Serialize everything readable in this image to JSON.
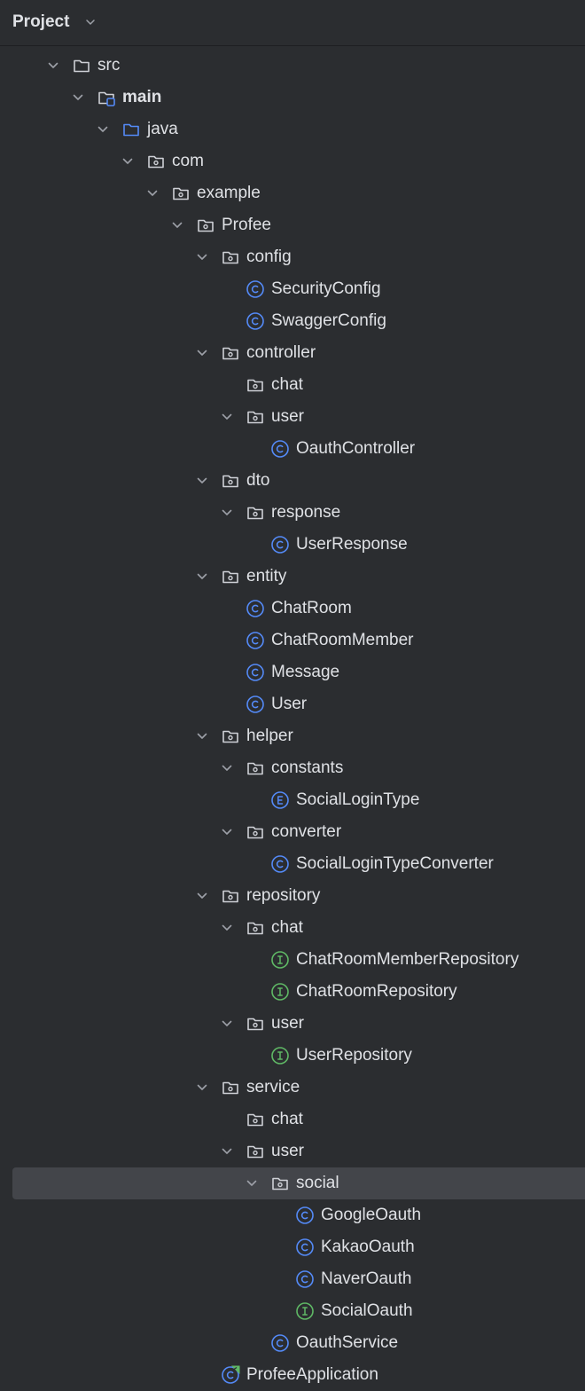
{
  "header": {
    "title": "Project"
  },
  "tree": [
    {
      "label": "src",
      "depth": 0,
      "expanded": true,
      "icon": "folder"
    },
    {
      "label": "main",
      "depth": 1,
      "expanded": true,
      "icon": "source-root-folder",
      "bold": true
    },
    {
      "label": "java",
      "depth": 2,
      "expanded": true,
      "icon": "java-source-folder"
    },
    {
      "label": "com",
      "depth": 3,
      "expanded": true,
      "icon": "package"
    },
    {
      "label": "example",
      "depth": 4,
      "expanded": true,
      "icon": "package"
    },
    {
      "label": "Profee",
      "depth": 5,
      "expanded": true,
      "icon": "package"
    },
    {
      "label": "config",
      "depth": 6,
      "expanded": true,
      "icon": "package"
    },
    {
      "label": "SecurityConfig",
      "depth": 7,
      "icon": "class"
    },
    {
      "label": "SwaggerConfig",
      "depth": 7,
      "icon": "class"
    },
    {
      "label": "controller",
      "depth": 6,
      "expanded": true,
      "icon": "package"
    },
    {
      "label": "chat",
      "depth": 7,
      "icon": "package"
    },
    {
      "label": "user",
      "depth": 7,
      "expanded": true,
      "icon": "package"
    },
    {
      "label": "OauthController",
      "depth": 8,
      "icon": "class"
    },
    {
      "label": "dto",
      "depth": 6,
      "expanded": true,
      "icon": "package"
    },
    {
      "label": "response",
      "depth": 7,
      "expanded": true,
      "icon": "package"
    },
    {
      "label": "UserResponse",
      "depth": 8,
      "icon": "class"
    },
    {
      "label": "entity",
      "depth": 6,
      "expanded": true,
      "icon": "package"
    },
    {
      "label": "ChatRoom",
      "depth": 7,
      "icon": "class"
    },
    {
      "label": "ChatRoomMember",
      "depth": 7,
      "icon": "class"
    },
    {
      "label": "Message",
      "depth": 7,
      "icon": "class"
    },
    {
      "label": "User",
      "depth": 7,
      "icon": "class"
    },
    {
      "label": "helper",
      "depth": 6,
      "expanded": true,
      "icon": "package"
    },
    {
      "label": "constants",
      "depth": 7,
      "expanded": true,
      "icon": "package"
    },
    {
      "label": "SocialLoginType",
      "depth": 8,
      "icon": "enum"
    },
    {
      "label": "converter",
      "depth": 7,
      "expanded": true,
      "icon": "package"
    },
    {
      "label": "SocialLoginTypeConverter",
      "depth": 8,
      "icon": "class"
    },
    {
      "label": "repository",
      "depth": 6,
      "expanded": true,
      "icon": "package"
    },
    {
      "label": "chat",
      "depth": 7,
      "expanded": true,
      "icon": "package"
    },
    {
      "label": "ChatRoomMemberRepository",
      "depth": 8,
      "icon": "interface"
    },
    {
      "label": "ChatRoomRepository",
      "depth": 8,
      "icon": "interface"
    },
    {
      "label": "user",
      "depth": 7,
      "expanded": true,
      "icon": "package"
    },
    {
      "label": "UserRepository",
      "depth": 8,
      "icon": "interface"
    },
    {
      "label": "service",
      "depth": 6,
      "expanded": true,
      "icon": "package"
    },
    {
      "label": "chat",
      "depth": 7,
      "icon": "package"
    },
    {
      "label": "user",
      "depth": 7,
      "expanded": true,
      "icon": "package"
    },
    {
      "label": "social",
      "depth": 8,
      "expanded": true,
      "icon": "package",
      "selected": true
    },
    {
      "label": "GoogleOauth",
      "depth": 9,
      "icon": "class"
    },
    {
      "label": "KakaoOauth",
      "depth": 9,
      "icon": "class"
    },
    {
      "label": "NaverOauth",
      "depth": 9,
      "icon": "class"
    },
    {
      "label": "SocialOauth",
      "depth": 9,
      "icon": "interface"
    },
    {
      "label": "OauthService",
      "depth": 8,
      "icon": "class"
    },
    {
      "label": "ProfeeApplication",
      "depth": 6,
      "icon": "spring-boot-application"
    }
  ],
  "colors": {
    "background": "#2b2d30",
    "selection": "#43454a",
    "text": "#dfe1e5",
    "chevron": "#9da0a8",
    "folder": "#ced0d6",
    "java_folder": "#548af7",
    "class": "#548af7",
    "interface": "#5fb865",
    "spring": "#5fb865"
  }
}
